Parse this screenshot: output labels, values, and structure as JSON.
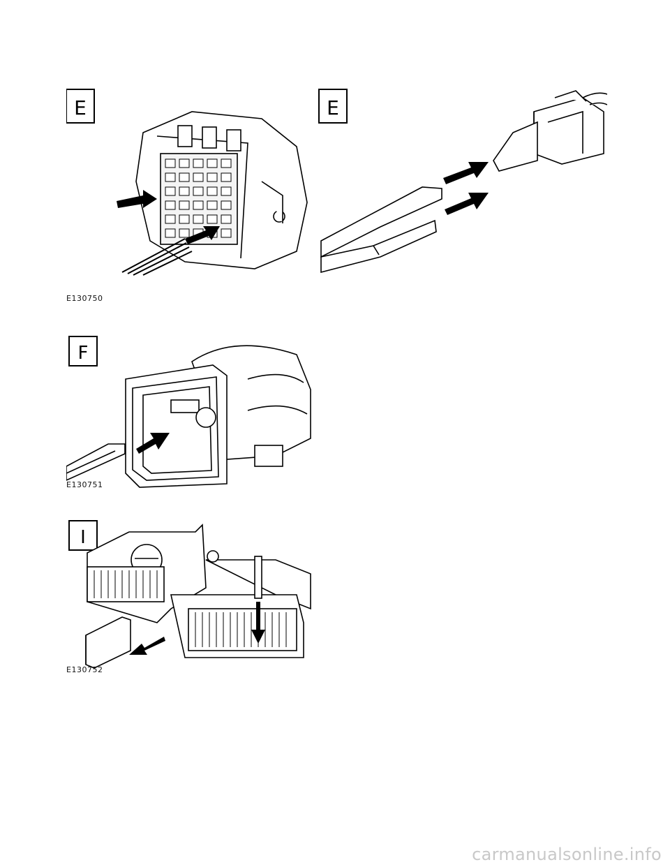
{
  "figures": [
    {
      "id": "E130750",
      "panels": [
        {
          "letter": "E",
          "depicts": "connector-terminal-release-tool"
        },
        {
          "letter": "E",
          "depicts": "terminal-and-release-tool"
        }
      ]
    },
    {
      "id": "E130751",
      "panels": [
        {
          "letter": "F",
          "depicts": "connector-housing-release-tool"
        }
      ]
    },
    {
      "id": "E130752",
      "panels": [
        {
          "letter": "I",
          "depicts": "connector-lock-removal"
        }
      ]
    }
  ],
  "watermark": "carmanualsonline.info"
}
